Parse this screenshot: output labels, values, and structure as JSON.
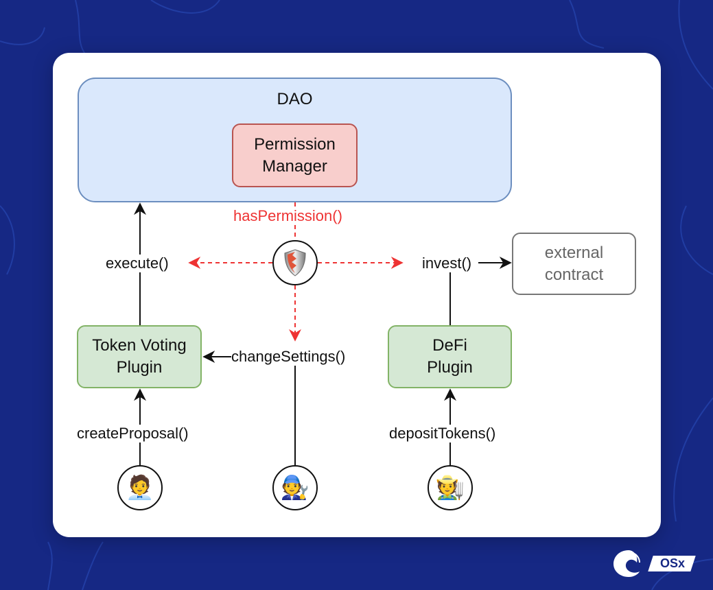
{
  "colors": {
    "background": "#162884",
    "dao_fill": "#dae8fc",
    "dao_stroke": "#6c8ebf",
    "permission_fill": "#f8cecc",
    "permission_stroke": "#b85450",
    "plugin_fill": "#d5e8d4",
    "plugin_stroke": "#82b366",
    "permission_arrow": "#ee3333"
  },
  "nodes": {
    "dao": "DAO",
    "permission_manager": [
      "Permission",
      "Manager"
    ],
    "token_voting_plugin": [
      "Token Voting",
      "Plugin"
    ],
    "defi_plugin": [
      "DeFi",
      "Plugin"
    ],
    "external_contract": [
      "external",
      "contract"
    ]
  },
  "edges": {
    "has_permission": "hasPermission()",
    "execute": "execute()",
    "invest": "invest()",
    "change_settings": "changeSettings()",
    "create_proposal": "createProposal()",
    "deposit_tokens": "depositTokens()"
  },
  "actors": {
    "shield": "shield-icon",
    "proposer": "🧑‍💼",
    "admin": "🧑‍🔧",
    "farmer": "🧑‍🌾"
  },
  "logo": {
    "text": "OSx"
  }
}
